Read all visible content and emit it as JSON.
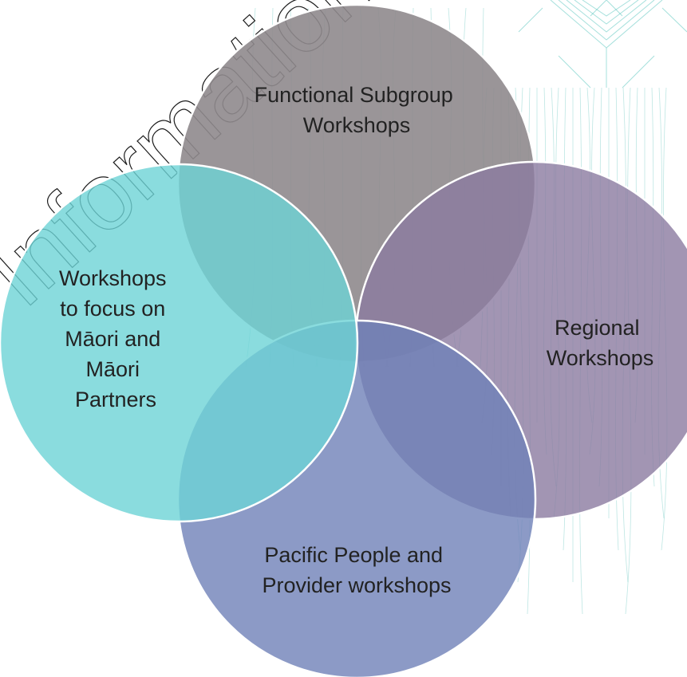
{
  "watermark": {
    "text": "Information A"
  },
  "venn": {
    "circles": [
      {
        "id": "functional",
        "lines": [
          "Functional Subgroup",
          "Workshops"
        ],
        "color": "#8f8a8d",
        "opacity": 0.9
      },
      {
        "id": "regional",
        "lines": [
          "Regional",
          "Workshops"
        ],
        "color": "#8b7aa0",
        "opacity": 0.8
      },
      {
        "id": "pacific",
        "lines": [
          "Pacific People and",
          "Provider workshops"
        ],
        "color": "#6f81b8",
        "opacity": 0.8
      },
      {
        "id": "maori",
        "lines": [
          "Workshops",
          "to focus on",
          "Māori and",
          "Māori",
          "Partners"
        ],
        "color": "#6dd3d6",
        "opacity": 0.8
      }
    ]
  }
}
